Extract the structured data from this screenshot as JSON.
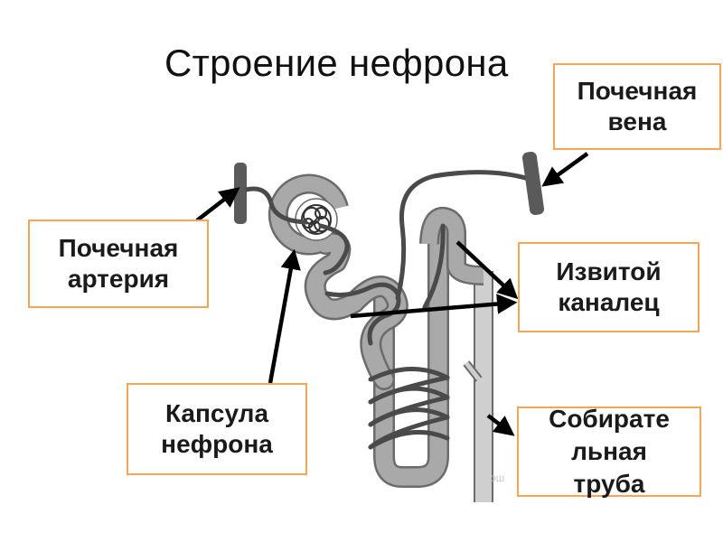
{
  "slide": {
    "title": "Строение нефрона",
    "watermark": "рш"
  },
  "labels": {
    "renal_vein": "Почечная\nвена",
    "renal_artery": "Почечная\nартерия",
    "convoluted_tubule": "Извитой\nканалец",
    "nephron_capsule": "Капсула\nнефрона",
    "collecting_duct": "Собирате\nльная\nтруба"
  },
  "colors": {
    "box_border": "#f2a65a",
    "vessel": "#5a5a5a",
    "tubule": "#a9a9a9",
    "tubule_outline": "#6b6b6b",
    "arrow": "#000000"
  }
}
